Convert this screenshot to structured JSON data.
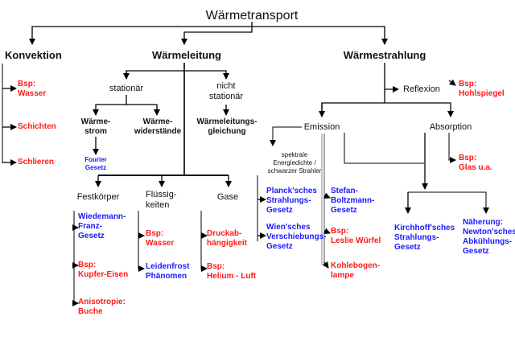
{
  "title": "Wärmetransport",
  "colors": {
    "example": "#ff1a1a",
    "law": "#1a1aff",
    "lines": "#000000"
  },
  "konvektion": {
    "label": "Konvektion",
    "items": [
      "Bsp:\nWasser",
      "Schichten",
      "Schlieren"
    ]
  },
  "waermeleitung": {
    "label": "Wärmeleitung",
    "stationaer": "stationär",
    "nicht_stationaer": "nicht\nstationär",
    "waermeleitungsgleichung": "Wärmeleitungs-\ngleichung",
    "waermestrom": "Wärme-\nstrom",
    "waermewiderstaende": "Wärme-\nwiderstände",
    "fourier": "Fourier\nGesetz",
    "festkoerper": {
      "label": "Festkörper",
      "items": [
        "Wiedemann-\nFranz-\nGesetz",
        "Bsp:\nKupfer-Eisen",
        "Anisotropie:\nBuche"
      ]
    },
    "fluessigkeiten": {
      "label": "Flüssig-\nkeiten",
      "items": [
        "Bsp:\nWasser",
        "Leidenfrost\nPhänomen"
      ]
    },
    "gase": {
      "label": "Gase",
      "items": [
        "Druckab-\nhängigkeit",
        "Bsp:\nHelium - Luft"
      ]
    }
  },
  "waermestrahlung": {
    "label": "Wärmestrahlung",
    "reflexion": "Reflexion",
    "reflexion_example": "Bsp:\nHohlspiegel",
    "emission": {
      "label": "Emission",
      "spektral": "spektrale\nEnergiedichte /\nschwarzer Strahler",
      "planck": "Planck'sches\nStrahlungs-\nGesetz",
      "wien": "Wien'sches\nVerschiebungs-\nGesetz",
      "stefan": "Stefan-\nBoltzmann-\nGesetz",
      "leslie": "Bsp:\nLeslie Würfel",
      "kohlebogen": "Kohlebogen-\nlampe"
    },
    "absorption": {
      "label": "Absorption",
      "example": "Bsp:\nGlas u.a.",
      "kirchhoff": "Kirchhoff'sches\nStrahlungs-\nGesetz",
      "newton": "Näherung:\nNewton'sches\nAbkühlungs-\nGesetz"
    }
  }
}
